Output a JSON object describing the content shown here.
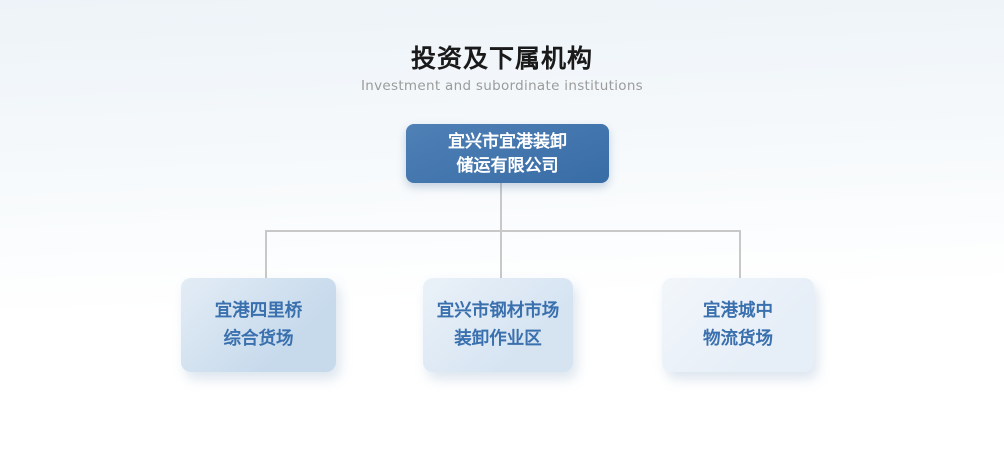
{
  "header": {
    "title": "投资及下属机构",
    "subtitle": "Investment and subordinate institutions"
  },
  "chart": {
    "type": "org-tree",
    "root": {
      "name_line1": "宜兴市宜港装卸",
      "name_line2": "储运有限公司"
    },
    "children": [
      {
        "name_line1": "宜港四里桥",
        "name_line2": "综合货场"
      },
      {
        "name_line1": "宜兴市钢材市场",
        "name_line2": "装卸作业区"
      },
      {
        "name_line1": "宜港城中",
        "name_line2": "物流货场"
      }
    ]
  },
  "colors": {
    "accent_blue": "#3b72ae",
    "root_text": "#ffffff",
    "child_text": "#3a70ae",
    "connector_gray": "#c8c8c8",
    "child_bg_left": "#c7daec",
    "child_bg_middle": "#d6e4f2",
    "child_bg_right": "#e6eef7",
    "title_text": "#1a1a1a",
    "subtitle_text": "#9b9b9b",
    "bg_top": "#edf3f8"
  }
}
